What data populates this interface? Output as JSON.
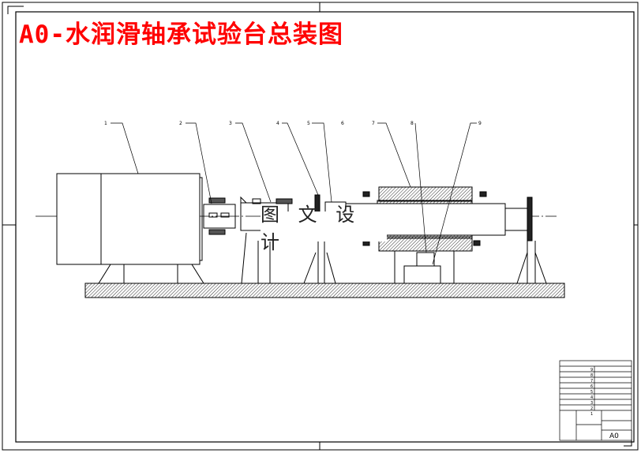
{
  "title": "A0-水润滑轴承试验台总装图",
  "watermark": "图 文 设 计",
  "part_labels": [
    "1",
    "2",
    "3",
    "4",
    "5",
    "6",
    "7",
    "8",
    "9"
  ],
  "title_block": {
    "row_numbers": [
      "9",
      "8",
      "7",
      "6",
      "5",
      "4",
      "3",
      "2",
      "1"
    ],
    "sheet_size": "A0"
  },
  "colors": {
    "title": "#ff0000",
    "lines": "#000000"
  }
}
